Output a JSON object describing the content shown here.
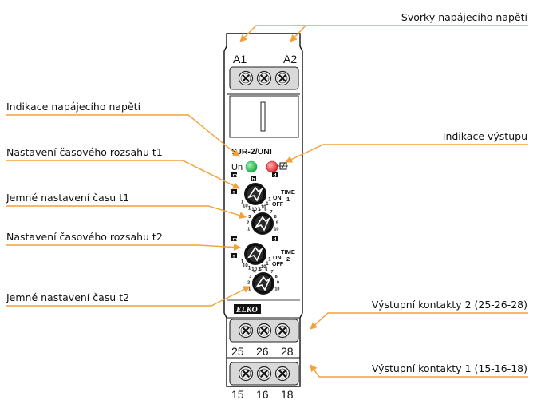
{
  "annotations": {
    "supply_terminals": "Svorky napájecího napětí",
    "supply_indication": "Indikace napájecího napětí",
    "output_indication": "Indikace výstupu",
    "range_t1": "Nastavení časového rozsahu t1",
    "fine_t1": "Jemné nastavení času t1",
    "range_t2": "Nastavení časového rozsahu t2",
    "fine_t2": "Jemné nastavení času t2",
    "contacts_2": "Výstupní kontakty 2 (25-26-28)",
    "contacts_1": "Výstupní kontakty 1 (15-16-18)"
  },
  "device": {
    "model": "SJR-2/UNI",
    "un_label": "Un",
    "brand": "ELKO",
    "time1_label": "TIME",
    "time1_num": "1",
    "time2_label": "TIME",
    "time2_num": "2",
    "on_label": "ON",
    "off_label": "OFF",
    "range_marks": [
      "m",
      "h",
      "d",
      "s"
    ],
    "range_scale": [
      "1",
      "10",
      "1",
      "10",
      "1",
      "10",
      "1",
      "1"
    ],
    "fine_scale": [
      "1",
      "2",
      "3",
      "4",
      "5",
      "6",
      "7",
      "8",
      "9",
      "10"
    ],
    "led_green": "#17a93a",
    "led_red": "#e3242b",
    "accent": "#f2a13a"
  },
  "terminals": {
    "top": [
      "A1",
      "A2"
    ],
    "mid": [
      "25",
      "26",
      "28"
    ],
    "bottom": [
      "15",
      "16",
      "18"
    ]
  }
}
